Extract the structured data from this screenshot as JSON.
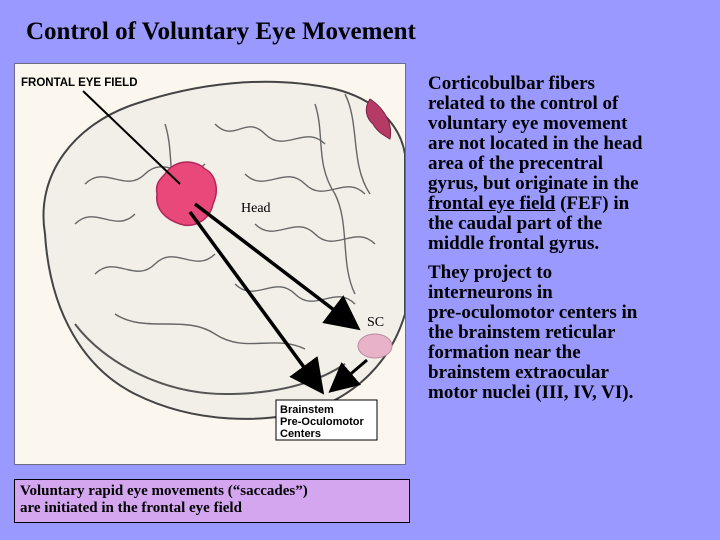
{
  "title": "Control of Voluntary Eye Movement",
  "figure": {
    "frontal_eye_field_label": "FRONTAL EYE FIELD",
    "head_label": "Head",
    "sc_label": "SC",
    "brainstem_box_lines": [
      "Brainstem",
      "Pre-Oculomotor",
      "Centers"
    ],
    "colors": {
      "fef_region": "#e8497a",
      "motor_strip": "#b63a66",
      "sc_region": "#e8b3c8",
      "arrows": "#000000"
    }
  },
  "caption": {
    "lines": [
      "Voluntary rapid eye movements (“saccades”)",
      "are initiated in the frontal eye field"
    ]
  },
  "paragraph1": {
    "lines_before": [
      "Corticobulbar fibers",
      "related to the control of",
      "voluntary eye movement",
      "are not located in the head",
      "area of the precentral",
      "gyrus, but originate in the"
    ],
    "link_text": "frontal eye field",
    "link_suffix": " (FEF) in",
    "lines_after": [
      "the caudal part of the",
      "middle frontal gyrus."
    ]
  },
  "paragraph2": {
    "lines": [
      "They project to",
      "interneurons in",
      "pre-oculomotor centers in",
      "the brainstem reticular",
      "formation near the",
      "brainstem extraocular",
      "motor nuclei (III, IV, VI)."
    ]
  }
}
